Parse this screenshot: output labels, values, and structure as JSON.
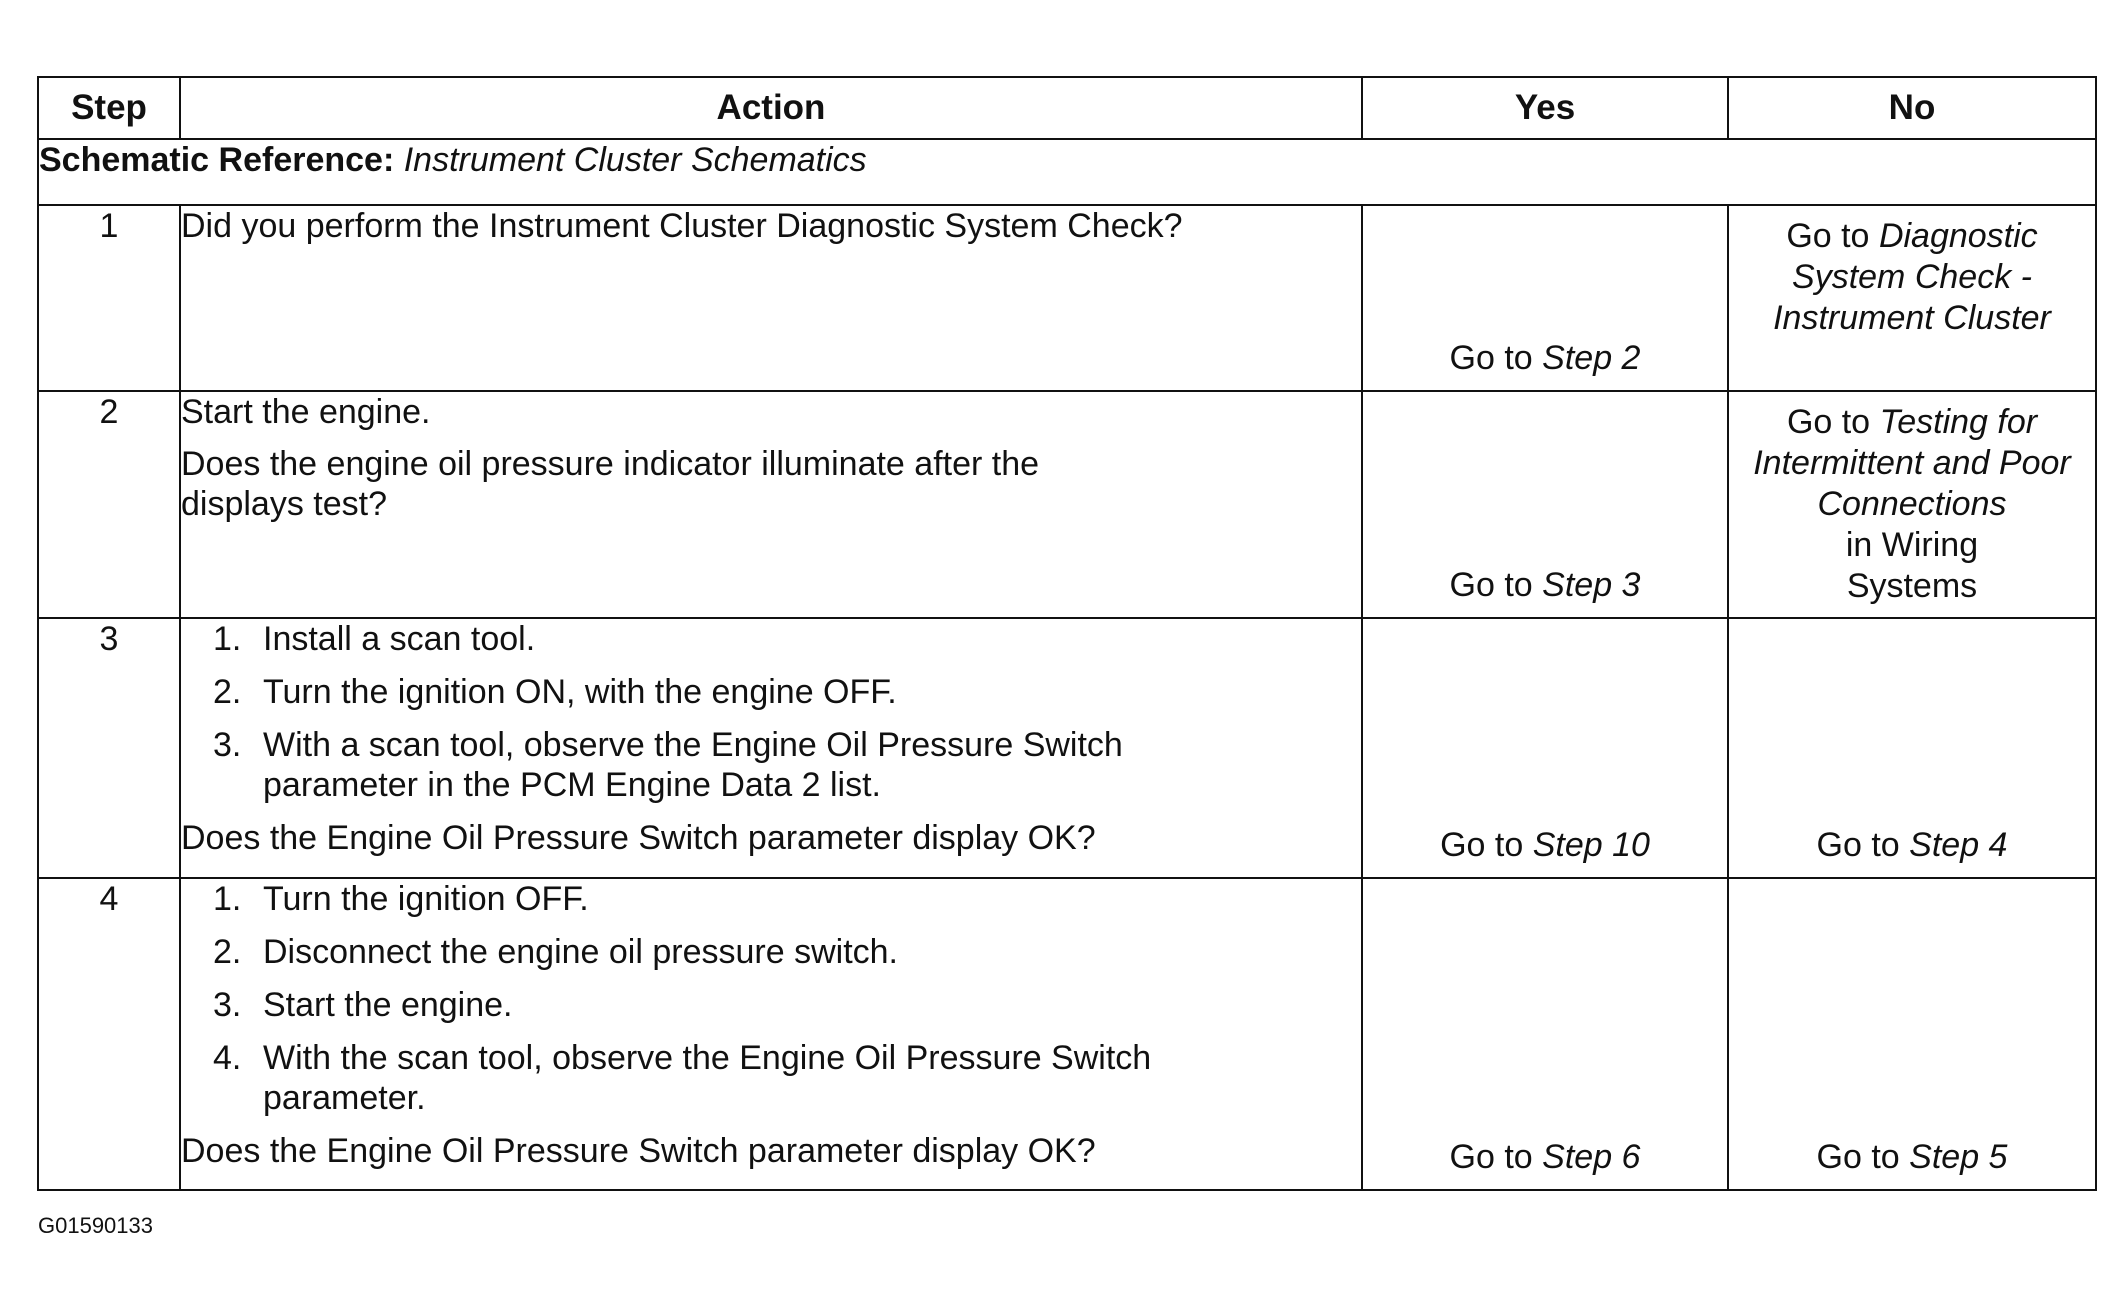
{
  "header": {
    "step": "Step",
    "action": "Action",
    "yes": "Yes",
    "no": "No"
  },
  "schematic": {
    "label": "Schematic Reference:",
    "value": "Instrument Cluster Schematics"
  },
  "rows": [
    {
      "step": "1",
      "question": "Did you perform the Instrument Cluster Diagnostic System Check?",
      "yes": {
        "prefix": "Go to",
        "target": "Step 2"
      },
      "no": {
        "prefix": "Go to",
        "target_line1": "Diagnostic",
        "target_line2": "System Check -",
        "target_line3": "Instrument Cluster"
      }
    },
    {
      "step": "2",
      "instruction": "Start the engine.",
      "question": "Does the engine oil pressure indicator illuminate after the displays test?",
      "yes": {
        "prefix": "Go to",
        "target": "Step 3"
      },
      "no": {
        "prefix": "Go to",
        "target_line1": "Testing for",
        "target_line2": "Intermittent and Poor",
        "target_line3": "Connections",
        "suffix_line1": "in Wiring",
        "suffix_line2": "Systems"
      }
    },
    {
      "step": "3",
      "items": [
        "Install a scan tool.",
        "Turn the ignition ON, with the engine OFF.",
        "With a scan tool, observe the Engine Oil Pressure Switch parameter in the PCM Engine Data 2 list."
      ],
      "question": "Does the Engine Oil Pressure Switch parameter display OK?",
      "yes": {
        "prefix": "Go to",
        "target": "Step 10"
      },
      "no": {
        "prefix": "Go to",
        "target": "Step 4"
      }
    },
    {
      "step": "4",
      "items": [
        "Turn the ignition OFF.",
        "Disconnect the engine oil pressure switch.",
        "Start the engine.",
        "With the scan tool, observe the Engine Oil Pressure Switch parameter."
      ],
      "question": "Does the Engine Oil Pressure Switch parameter display OK?",
      "yes": {
        "prefix": "Go to",
        "target": "Step 6"
      },
      "no": {
        "prefix": "Go to",
        "target": "Step 5"
      }
    }
  ],
  "figure_id": "G01590133"
}
